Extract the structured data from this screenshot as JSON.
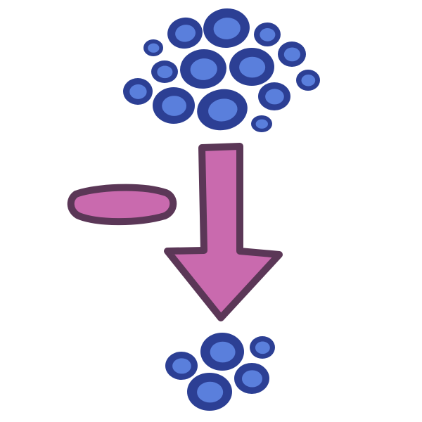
{
  "illustration": {
    "background_color": "#ffffff",
    "circle_outer_color": "#2c3f94",
    "circle_inner_color": "#5a7fdc",
    "shape_fill_color": "#c96aae",
    "shape_outline_color": "#5b3757",
    "top_cluster": {
      "icon": "many-circles-cluster-icon",
      "circle_count": 14
    },
    "minus": {
      "icon": "minus-sign-icon"
    },
    "arrow": {
      "icon": "arrow-down-icon",
      "direction": "down"
    },
    "bottom_cluster": {
      "icon": "few-circles-cluster-icon",
      "circle_count": 5
    }
  }
}
